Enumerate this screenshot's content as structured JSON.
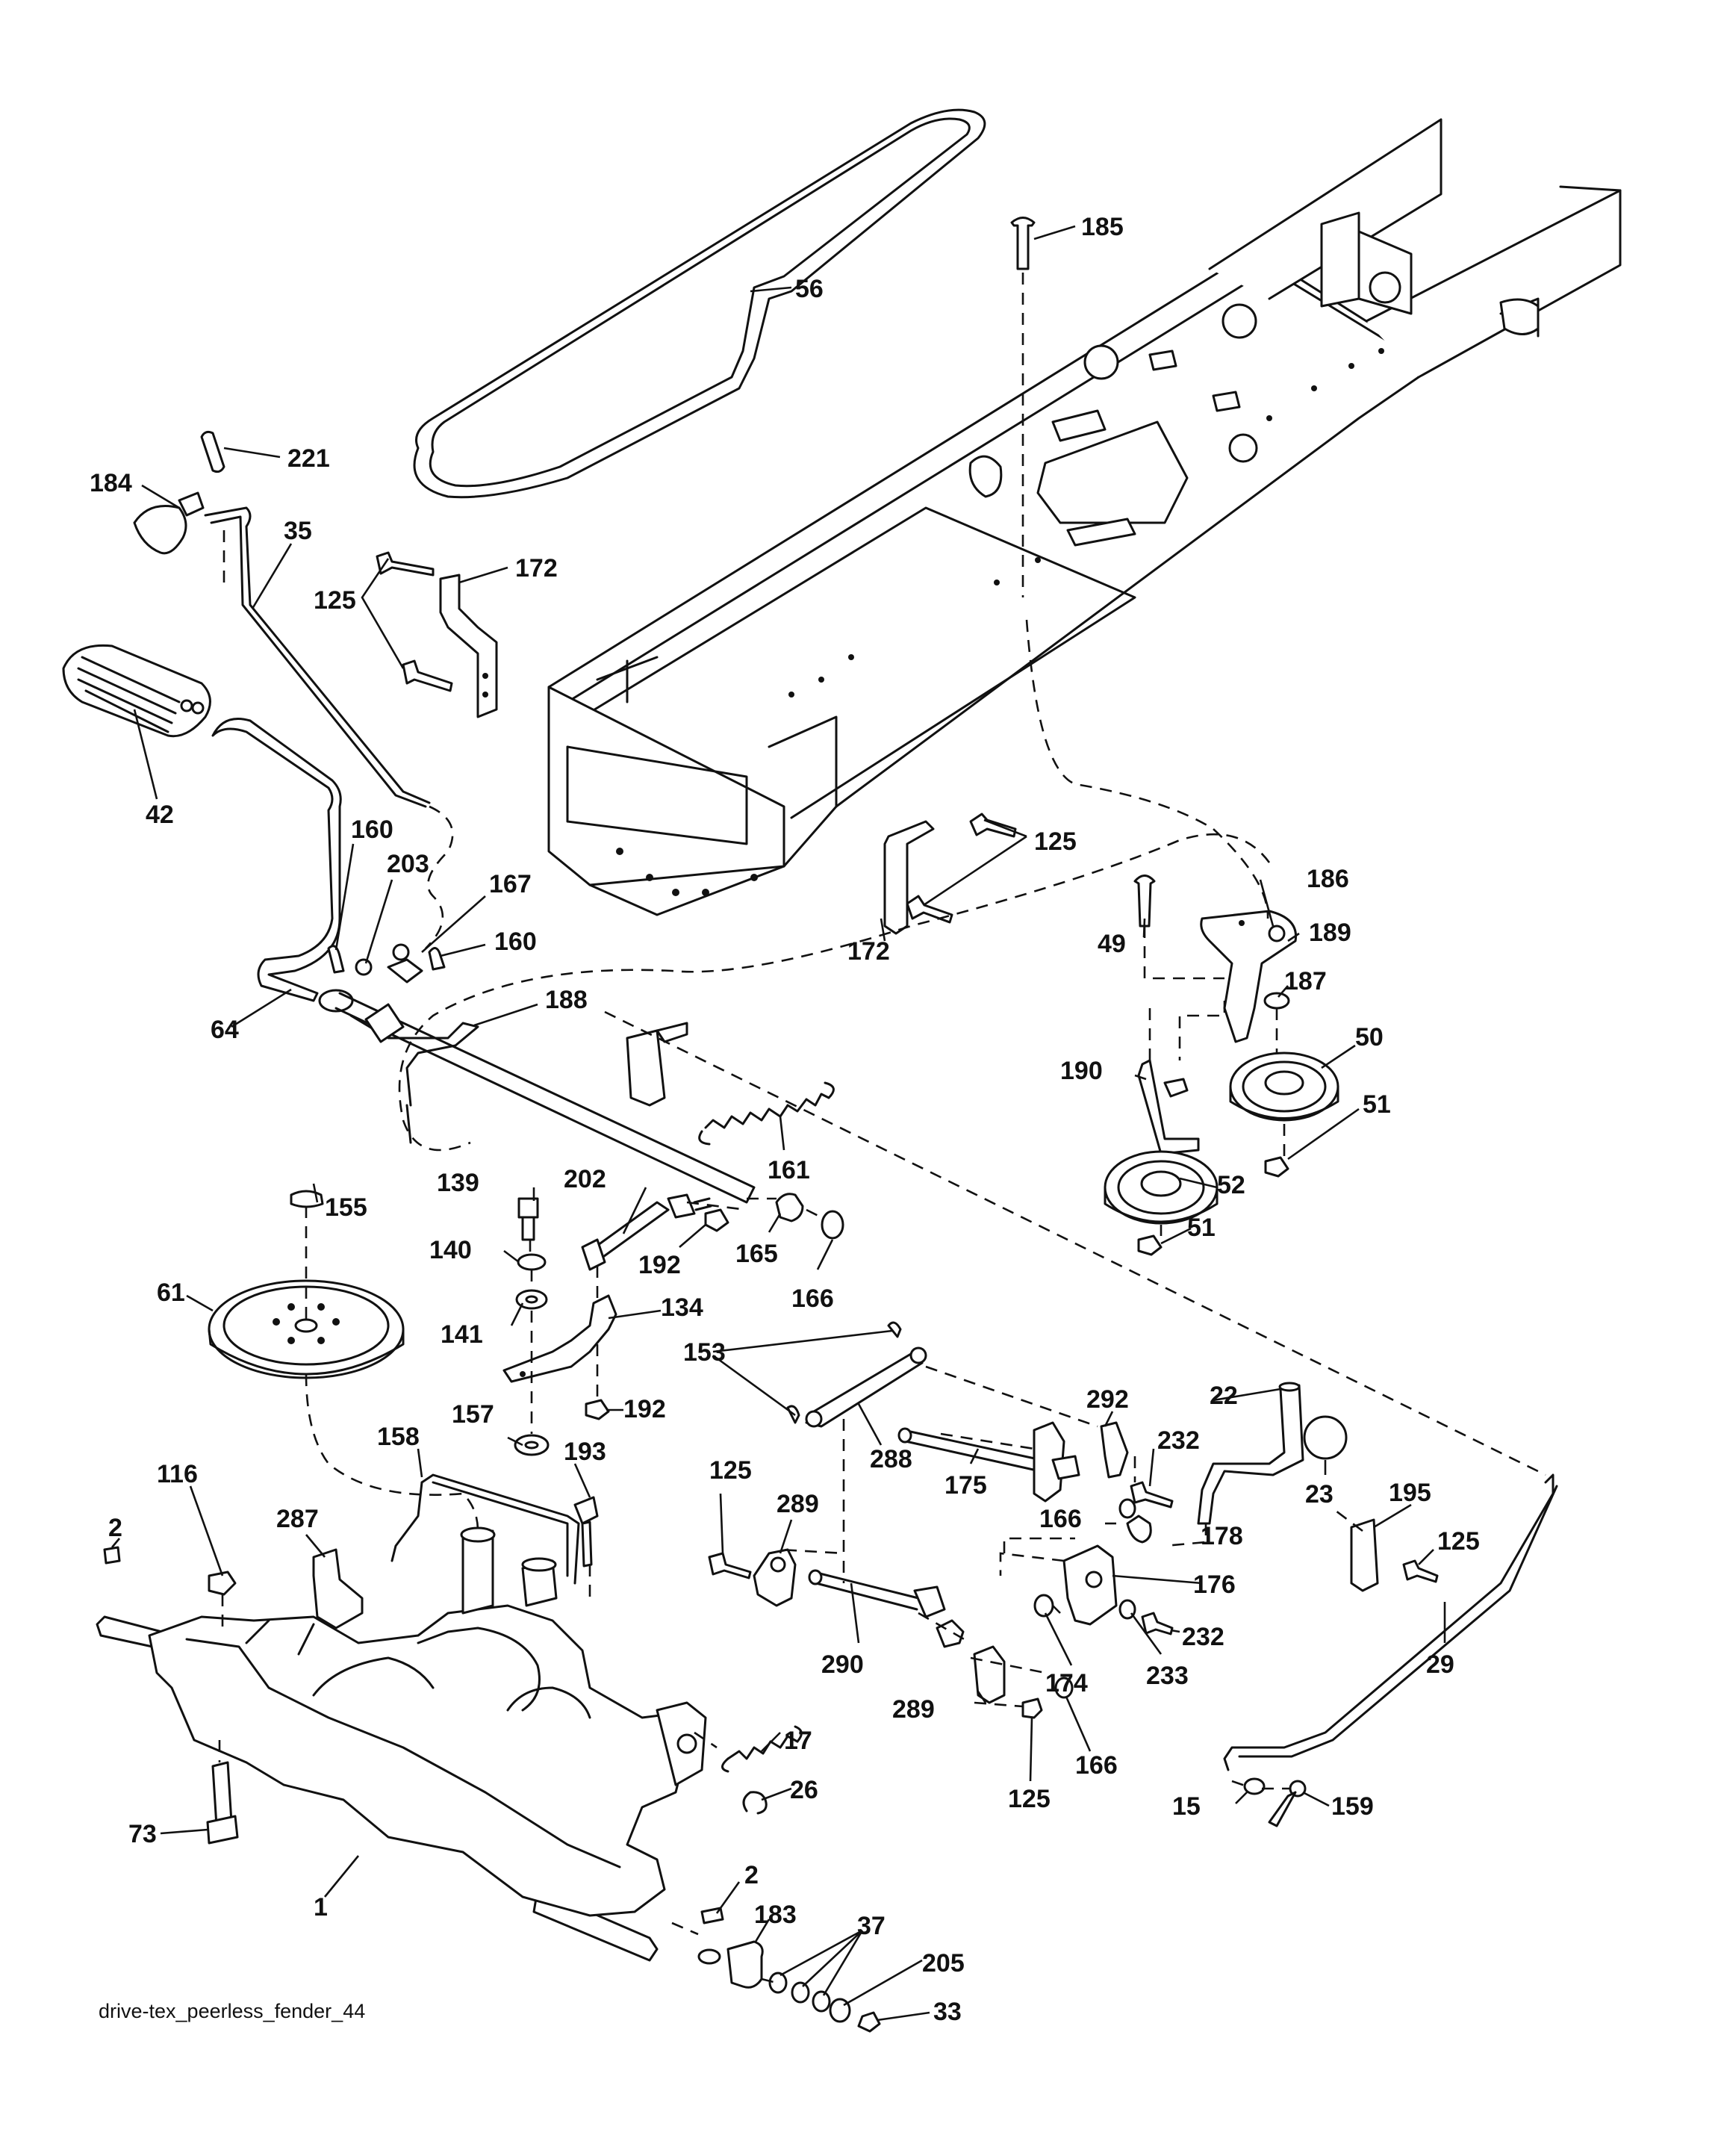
{
  "caption": "drive-tex_peerless_fender_44",
  "labels": [
    "185",
    "56",
    "221",
    "184",
    "35",
    "172",
    "125",
    "42",
    "160",
    "203",
    "167",
    "160",
    "64",
    "188",
    "161",
    "172",
    "125",
    "186",
    "49",
    "189",
    "187",
    "190",
    "50",
    "51",
    "52",
    "51",
    "139",
    "202",
    "155",
    "140",
    "192",
    "165",
    "166",
    "61",
    "141",
    "134",
    "192",
    "157",
    "153",
    "288",
    "292",
    "22",
    "232",
    "175",
    "23",
    "158",
    "193",
    "116",
    "2",
    "287",
    "125",
    "289",
    "166",
    "178",
    "195",
    "125",
    "176",
    "232",
    "290",
    "233",
    "174",
    "289",
    "17",
    "166",
    "125",
    "29",
    "26",
    "73",
    "15",
    "159",
    "1",
    "2",
    "183",
    "37",
    "205",
    "33"
  ]
}
